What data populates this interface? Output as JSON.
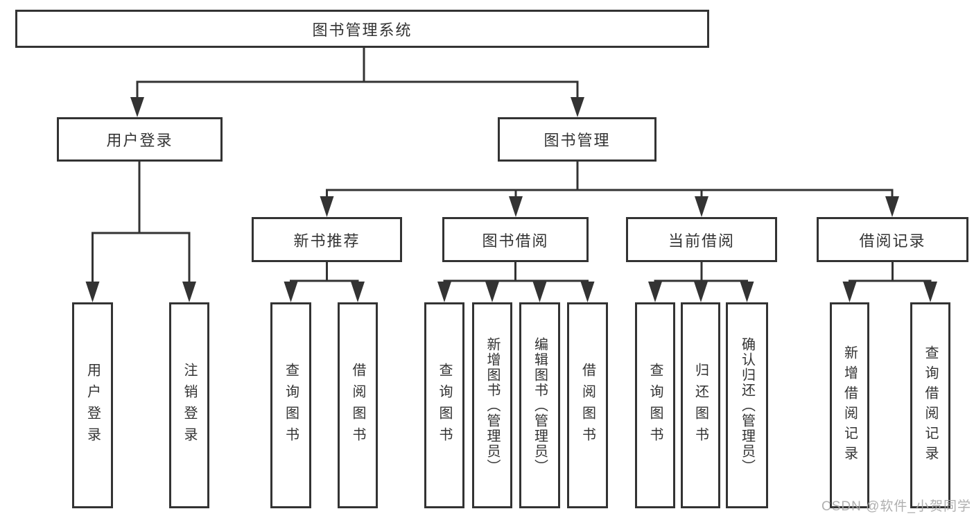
{
  "diagram": {
    "root": {
      "label": "图书管理系统"
    },
    "branches": [
      {
        "label": "用户登录",
        "children": [
          {
            "label": "用户登录"
          },
          {
            "label": "注销登录"
          }
        ]
      },
      {
        "label": "图书管理",
        "sections": [
          {
            "label": "新书推荐",
            "children": [
              {
                "label": "查询图书"
              },
              {
                "label": "借阅图书"
              }
            ]
          },
          {
            "label": "图书借阅",
            "children": [
              {
                "label": "查询图书"
              },
              {
                "label": "新增图书（管理员）"
              },
              {
                "label": "编辑图书（管理员）"
              },
              {
                "label": "借阅图书"
              }
            ]
          },
          {
            "label": "当前借阅",
            "children": [
              {
                "label": "查询图书"
              },
              {
                "label": "归还图书"
              },
              {
                "label": "确认归还（管理员）"
              }
            ]
          },
          {
            "label": "借阅记录",
            "children": [
              {
                "label": "新增借阅记录"
              },
              {
                "label": "查询借阅记录"
              }
            ]
          }
        ]
      }
    ],
    "watermark": "CSDN @软件_小贺同学"
  }
}
